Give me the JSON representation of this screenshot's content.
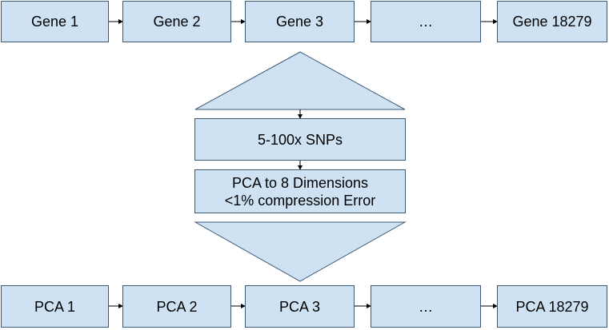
{
  "top_row": [
    "Gene 1",
    "Gene 2",
    "Gene 3",
    "…",
    "Gene 18279"
  ],
  "bottom_row": [
    "PCA 1",
    "PCA 2",
    "PCA 3",
    "…",
    "PCA 18279"
  ],
  "middle": {
    "snps": "5-100x SNPs",
    "pca_line1": "PCA to 8 Dimensions",
    "pca_line2": "<1% compression Error"
  },
  "colors": {
    "box_fill": "#cfe2f3",
    "box_border": "#3c5a76",
    "arrow": "#000000",
    "text": "#000000"
  }
}
